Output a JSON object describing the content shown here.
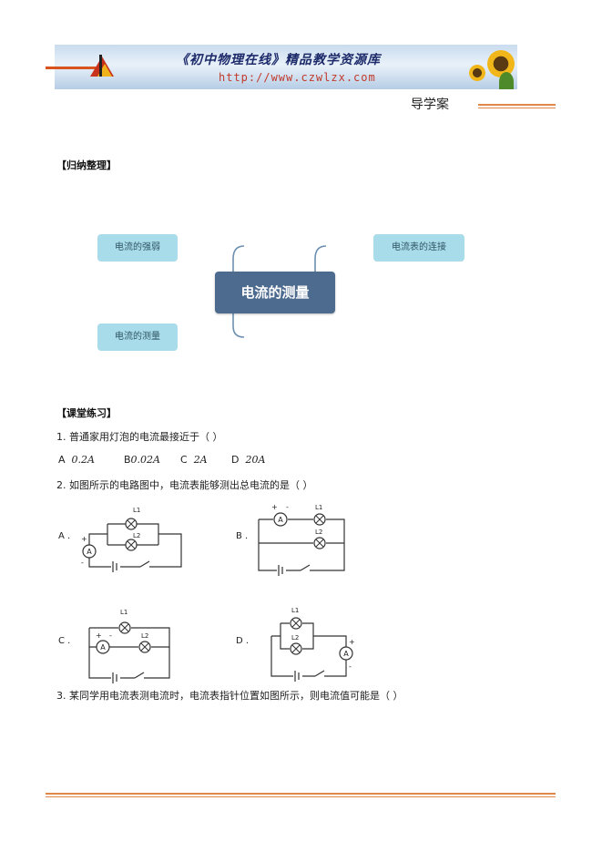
{
  "header": {
    "banner_title": "《初中物理在线》精品教学资源库",
    "banner_url": "http://www.czwlzx.com",
    "doc_type": "导学案"
  },
  "summary": {
    "heading": "【归纳整理】",
    "mind_map": {
      "center": "电流的测量",
      "left_top": "电流的强弱",
      "left_bottom": "电流的测量",
      "right_top": "电流表的连接"
    }
  },
  "practice": {
    "heading": "【课堂练习】",
    "q1": {
      "text": "1. 普通家用灯泡的电流最接近于（  ）",
      "options": [
        {
          "letter": "A",
          "value": "0.2A"
        },
        {
          "letter": "B",
          "value": "0.02A"
        },
        {
          "letter": "C",
          "value": "2A"
        },
        {
          "letter": "D",
          "value": "20A"
        }
      ]
    },
    "q2": {
      "text": "2. 如图所示的电路图中，电流表能够测出总电流的是（      ）",
      "circuit_labels": [
        "A .",
        "B .",
        "C .",
        "D ."
      ],
      "ammeter": "A",
      "lamp1": "L1",
      "lamp2": "L2",
      "plus": "+",
      "minus": "-"
    },
    "q3": {
      "text": "3. 某同学用电流表测电流时，电流表指针位置如图所示，则电流值可能是（      ）"
    }
  }
}
